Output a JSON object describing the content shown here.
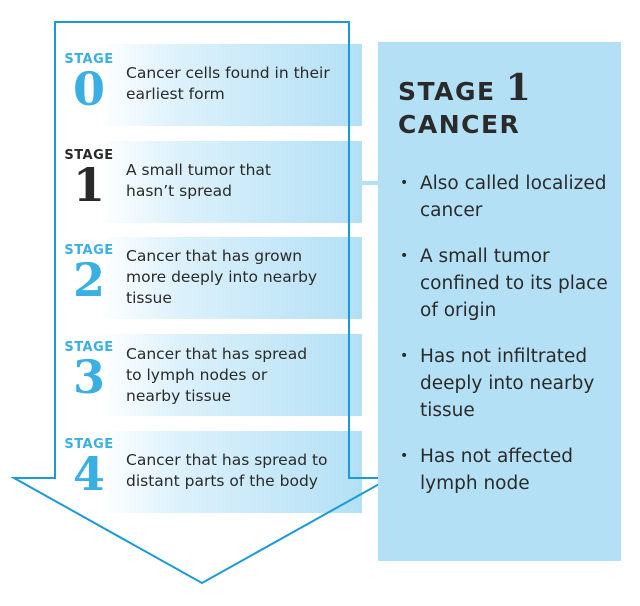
{
  "stages": [
    {
      "label": "STAGE",
      "number": "0",
      "desc": "Cancer cells found in their earliest form"
    },
    {
      "label": "STAGE",
      "number": "1",
      "desc": "A small tumor that hasn’t spread"
    },
    {
      "label": "STAGE",
      "number": "2",
      "desc": "Cancer that has grown more deeply into nearby tissue"
    },
    {
      "label": "STAGE",
      "number": "3",
      "desc": "Cancer that has spread to lymph nodes or nearby tissue"
    },
    {
      "label": "STAGE",
      "number": "4",
      "desc": "Cancer that has spread to distant parts of the body"
    }
  ],
  "panel": {
    "title_word": "STAGE",
    "title_number": "1",
    "title_line2": "CANCER",
    "bullets": [
      "Also called localized cancer",
      "A small tumor confined to its place of origin",
      "Has not infiltrated deeply into nearby tissue",
      "Has not affected lymph node"
    ]
  },
  "colors": {
    "accent": "#1a9ad6",
    "band": "#b3e0f5",
    "highlight": "#2a2a2a"
  }
}
